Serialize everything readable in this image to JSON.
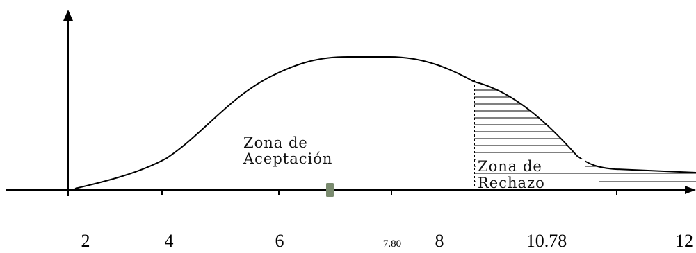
{
  "diagram": {
    "acceptance_zone": {
      "line1": "Zona de",
      "line2": "Aceptación"
    },
    "rejection_zone": {
      "line1": "Zona de",
      "line2": "Rechazo"
    },
    "marker_color": "#7a8b6f"
  },
  "axis": {
    "labels": [
      {
        "key": "t2",
        "text": "2"
      },
      {
        "key": "t4",
        "text": "4"
      },
      {
        "key": "t6",
        "text": "6"
      },
      {
        "key": "t780",
        "text": "7.80"
      },
      {
        "key": "t8",
        "text": "8"
      },
      {
        "key": "t1078",
        "text": "10.78"
      },
      {
        "key": "t12",
        "text": "12"
      }
    ]
  }
}
